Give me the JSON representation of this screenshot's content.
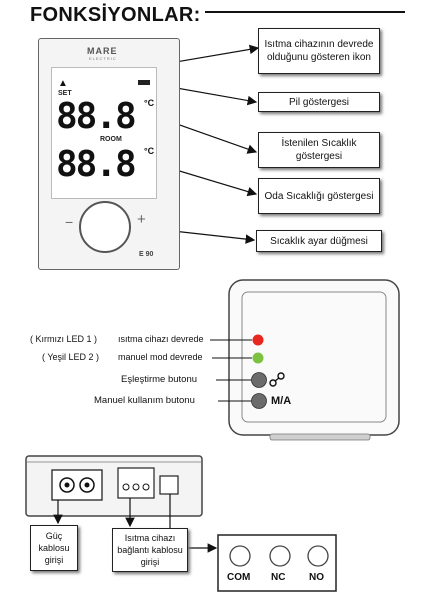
{
  "title": "FONKSİYONLAR:",
  "thermostat": {
    "brand": "MARE",
    "brand_sub": "ELECTRIC",
    "set_label": "SET",
    "room_label": "ROOM",
    "set_value": "88.8",
    "room_value": "88.8",
    "unit_top": "°C",
    "unit_bottom": "°C",
    "minus": "−",
    "plus": "+",
    "model": "E 90"
  },
  "callouts": {
    "heating_icon": "Isıtma cihazının devrede olduğunu gösteren ikon",
    "battery": "Pil göstergesi",
    "set_temp": "İstenilen Sıcaklık göstergesi",
    "room_temp": "Oda Sıcaklığı göstergesi",
    "knob": "Sıcaklık ayar düğmesi"
  },
  "receiver": {
    "led1_id": "( Kırmızı LED 1 )",
    "led1_desc": "ısıtma cihazı devrede",
    "led2_id": "( Yeşil  LED 2 )",
    "led2_desc": "manuel mod devrede",
    "pair_button": "Eşleştirme butonu",
    "manual_button": "Manuel kullanım butonu",
    "ma_label": "M/A",
    "led1_color": "#e8281e",
    "led2_color": "#7cc242"
  },
  "bottom": {
    "power_cable": "Güç kablosu girişi",
    "heater_cable": "Isıtma cihazı bağlantı kablosu girişi",
    "terminals": [
      "COM",
      "NC",
      "NO"
    ]
  }
}
